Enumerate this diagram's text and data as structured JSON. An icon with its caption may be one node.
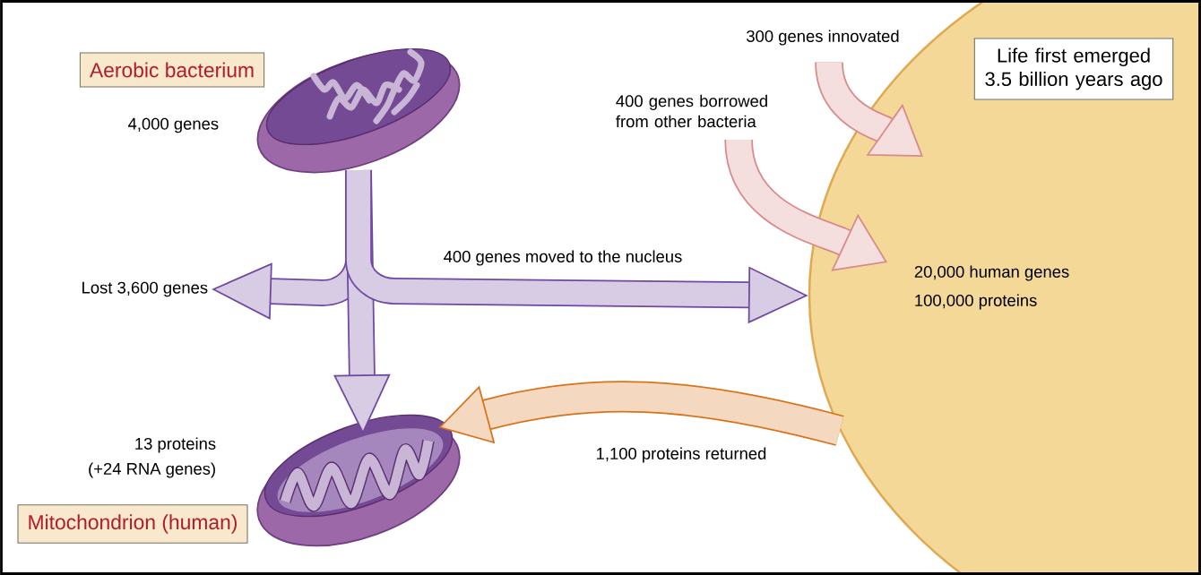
{
  "diagram": {
    "nodes": [
      {
        "text": [
          "Aerobic bacterium"
        ]
      },
      {
        "text": [],
        "shape": "picture",
        "beside": [
          "4,000 genes"
        ]
      },
      {
        "text": [
          "Lost 3,600 genes"
        ]
      },
      {
        "text": [],
        "shape": "picture",
        "beside": [
          "13 proteins",
          "(+24 RNA genes)"
        ]
      },
      {
        "text": [
          "Mitochondrion (human)"
        ]
      },
      {
        "text": [
          "20,000 human genes",
          "100,000 proteins"
        ]
      },
      {
        "text": [
          "Life first emerged 3.5 billion years ago"
        ],
        "in": 5
      },
      {
        "text": [
          "300 genes innovated"
        ]
      },
      {
        "text": [
          "400 genes borrowed from other bacteria"
        ]
      }
    ],
    "edges": [
      {
        "from": 1,
        "to": 2,
        "arrow": "to"
      },
      {
        "from": 1,
        "to": 3,
        "arrow": "to"
      },
      {
        "from": 1,
        "to": 5,
        "arrow": "to",
        "label": "400 genes moved to the nucleus"
      },
      {
        "from": 7,
        "to": 5,
        "arrow": "to",
        "color": "#d98a8a"
      },
      {
        "from": 8,
        "to": 5,
        "arrow": "to",
        "color": "#d98a8a"
      },
      {
        "from": 5,
        "to": 3,
        "arrow": "to",
        "label": "1,100 proteins returned",
        "color": "#d9731a"
      }
    ]
  }
}
